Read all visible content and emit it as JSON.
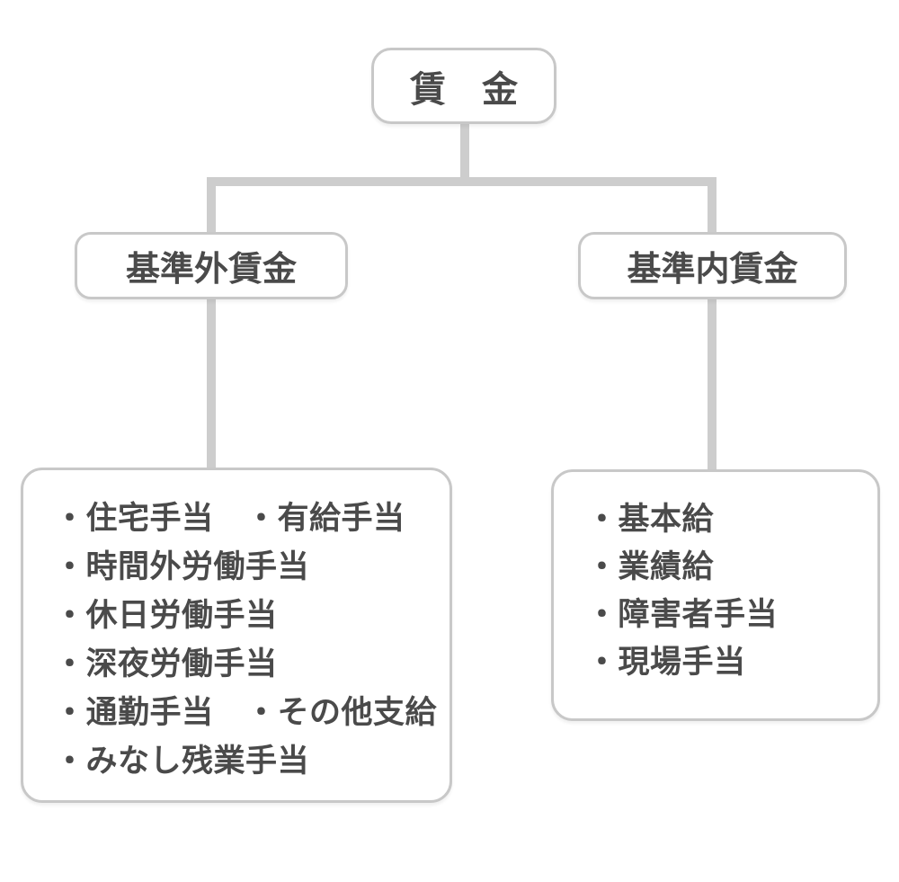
{
  "chart": {
    "type": "tree-diagram",
    "root": {
      "label": "賃　金"
    },
    "branches": [
      {
        "label": "基準外賃金"
      },
      {
        "label": "基準内賃金"
      }
    ],
    "left_leaf": {
      "items": [
        "・住宅手当　・有給手当",
        "・時間外労働手当",
        "・休日労働手当",
        "・深夜労働手当",
        "・通勤手当　・その他支給",
        "・みなし残業手当"
      ]
    },
    "right_leaf": {
      "items": [
        "・基本給",
        "・業績給",
        "・障害者手当",
        "・現場手当"
      ]
    }
  },
  "colors": {
    "connector": "#cdcdcd",
    "box_border": "#c8c8c8",
    "text": "#4a4a4a",
    "background": "#ffffff"
  }
}
